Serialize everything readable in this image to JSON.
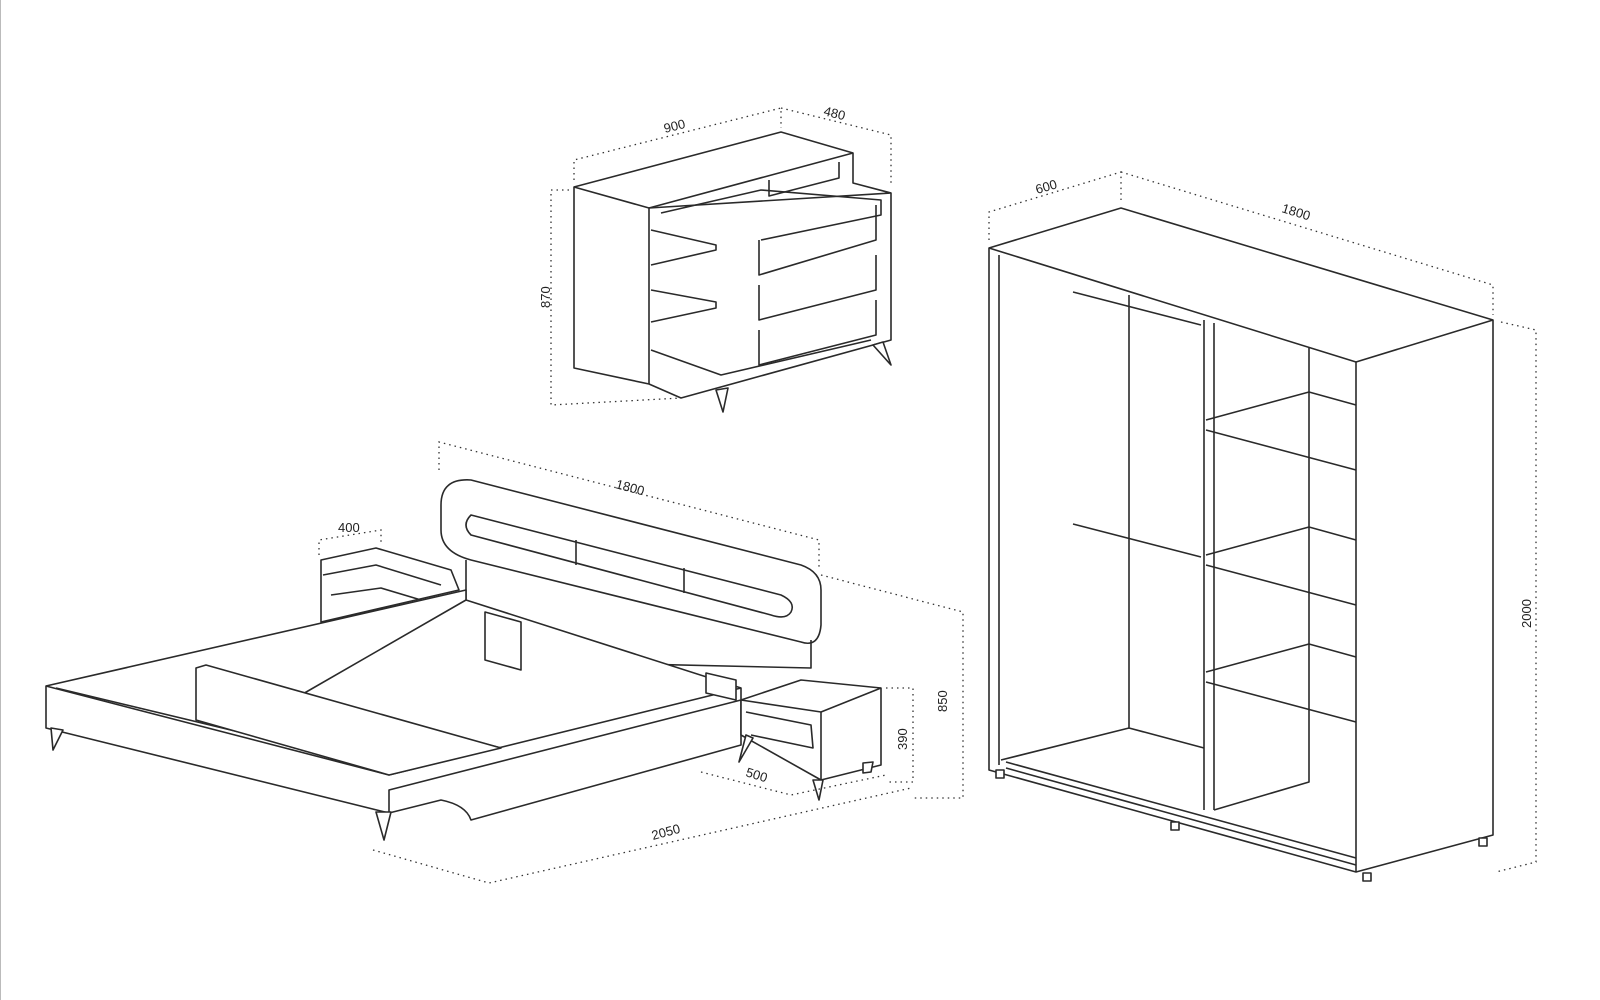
{
  "dresser": {
    "width": "900",
    "depth": "480",
    "height": "870"
  },
  "wardrobe": {
    "depth": "600",
    "width": "1800",
    "height": "2000"
  },
  "bed": {
    "headboard_width": "1800",
    "length": "2050",
    "height": "850"
  },
  "nightstand": {
    "width": "400",
    "depth": "500",
    "height": "390"
  }
}
